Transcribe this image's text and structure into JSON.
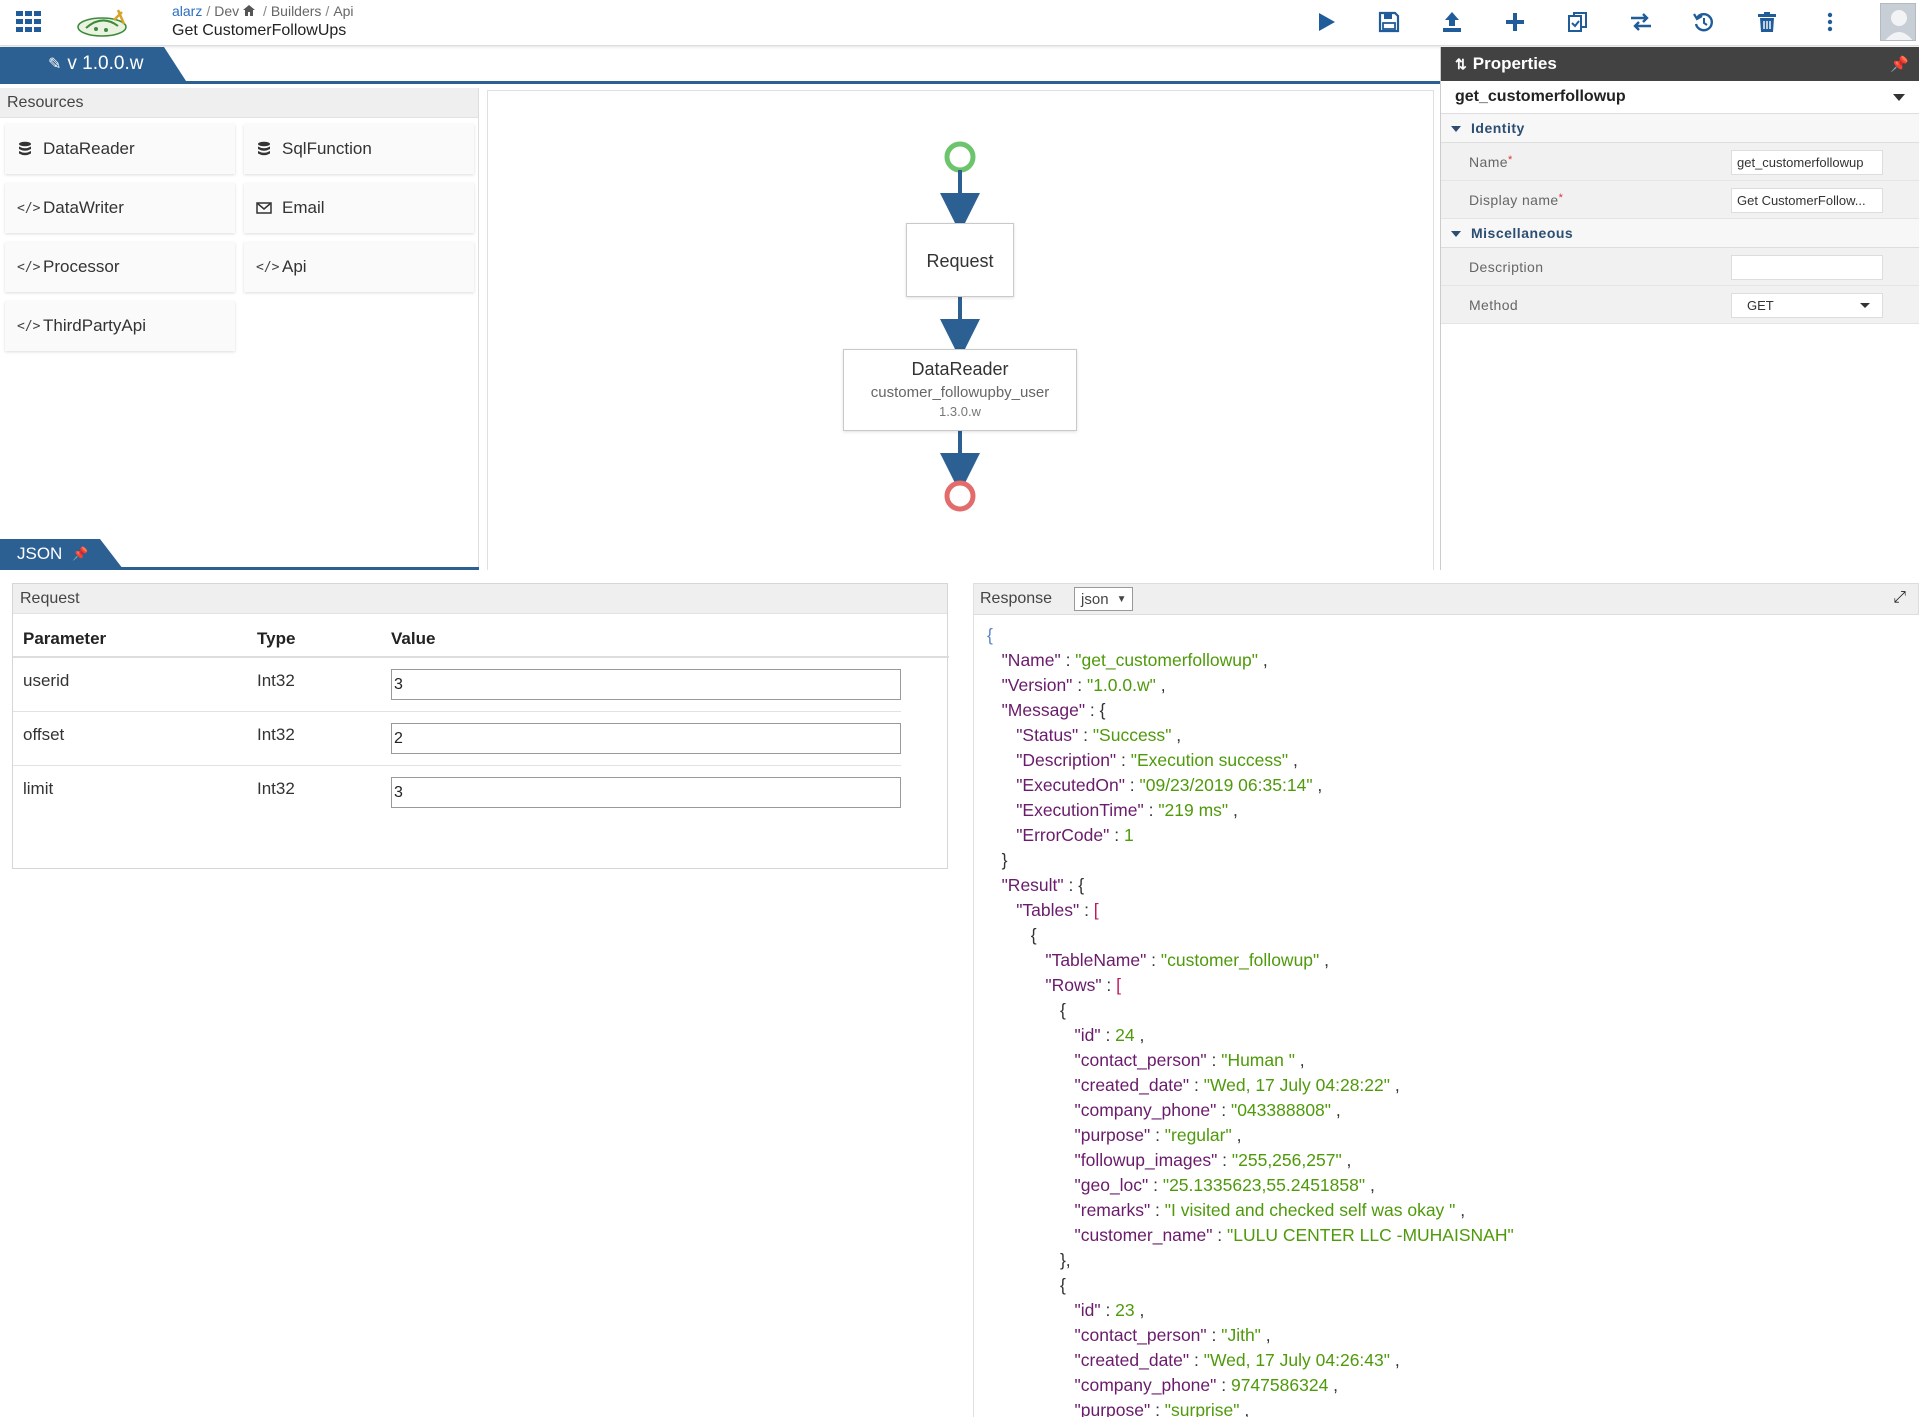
{
  "header": {
    "breadcrumb": [
      "alarz",
      "Dev",
      "Builders",
      "Api"
    ],
    "title": "Get CustomerFollowUps",
    "toolbar": [
      "run-icon",
      "save-icon",
      "upload-icon",
      "add-icon",
      "copy-icon",
      "swap-icon",
      "history-icon",
      "delete-icon",
      "more-icon"
    ]
  },
  "version": {
    "label": "v 1.0.0.w"
  },
  "resources": {
    "title": "Resources",
    "items": [
      {
        "label": "DataReader",
        "icon": "database-icon"
      },
      {
        "label": "SqlFunction",
        "icon": "database-icon"
      },
      {
        "label": "DataWriter",
        "icon": "code-icon"
      },
      {
        "label": "Email",
        "icon": "envelope-icon"
      },
      {
        "label": "Processor",
        "icon": "code-icon"
      },
      {
        "label": "Api",
        "icon": "code-icon"
      },
      {
        "label": "ThirdPartyApi",
        "icon": "code-icon"
      }
    ]
  },
  "json_tab": {
    "label": "JSON"
  },
  "flow": {
    "request_node": "Request",
    "reader_node": {
      "type": "DataReader",
      "name": "customer_followupby_user",
      "version": "1.3.0.w"
    },
    "colors": {
      "start": "#6cc46c",
      "end": "#e36b6b",
      "arrow": "#2c5f92"
    }
  },
  "properties": {
    "title": "Properties",
    "selected": "get_customerfollowup",
    "groups": [
      {
        "name": "Identity",
        "rows": [
          {
            "label": "Name",
            "value": "get_customerfollowup"
          },
          {
            "label": "Display name",
            "value": "Get CustomerFollow..."
          }
        ]
      },
      {
        "name": "Miscellaneous",
        "rows": [
          {
            "label": "Description",
            "value": ""
          },
          {
            "label": "Method",
            "value": "GET"
          }
        ]
      }
    ]
  },
  "request": {
    "title": "Request",
    "columns": [
      "Parameter",
      "Type",
      "Value"
    ],
    "rows": [
      {
        "param": "userid",
        "type": "Int32",
        "value": "3"
      },
      {
        "param": "offset",
        "type": "Int32",
        "value": "2"
      },
      {
        "param": "limit",
        "type": "Int32",
        "value": "3"
      }
    ]
  },
  "response": {
    "title": "Response",
    "format": "json",
    "body": {
      "Name": "get_customerfollowup",
      "Version": "1.0.0.w",
      "Message": {
        "Status": "Success",
        "Description": "Execution success",
        "ExecutedOn": "09/23/2019 06:35:14",
        "ExecutionTime": "219 ms",
        "ErrorCode": "1"
      },
      "TableName": "customer_followup",
      "rows": [
        {
          "id": "24",
          "contact_person": "Human ",
          "created_date": "Wed, 17 July 04:28:22",
          "company_phone": "043388808",
          "purpose": "regular",
          "followup_images": "255,256,257",
          "geo_loc": "25.1335623,55.2451858",
          "remarks": "I visited and checked self was okay ",
          "customer_name": "LULU CENTER LLC -MUHAISNAH"
        },
        {
          "id": "23",
          "contact_person": "Jith",
          "created_date": "Wed, 17 July 04:26:43",
          "company_phone": "9747586324",
          "purpose": "surprise"
        }
      ]
    }
  }
}
